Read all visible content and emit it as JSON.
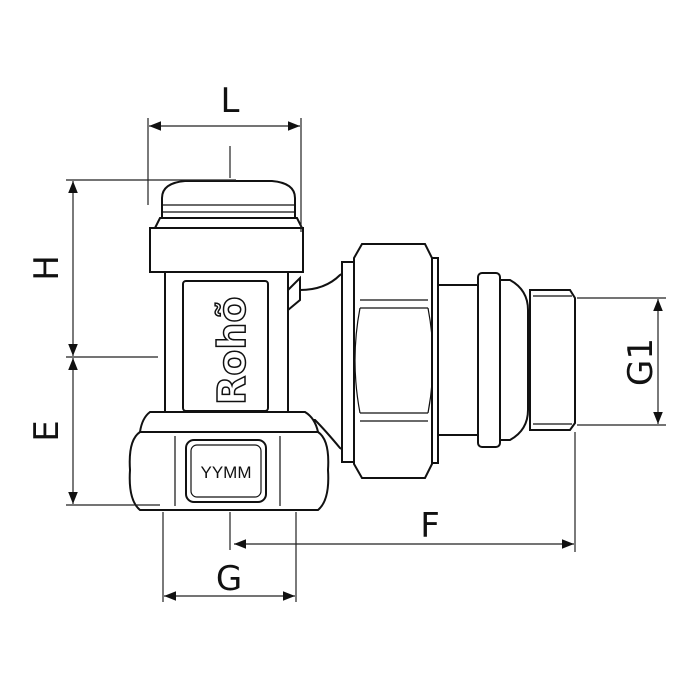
{
  "dimensions": {
    "L": "L",
    "H": "H",
    "E": "E",
    "G": "G",
    "F": "F",
    "G1": "G1"
  },
  "markings": {
    "brand": "Rohõ",
    "code": "YYMM"
  },
  "colors": {
    "line": "#111111",
    "background": "#ffffff"
  }
}
